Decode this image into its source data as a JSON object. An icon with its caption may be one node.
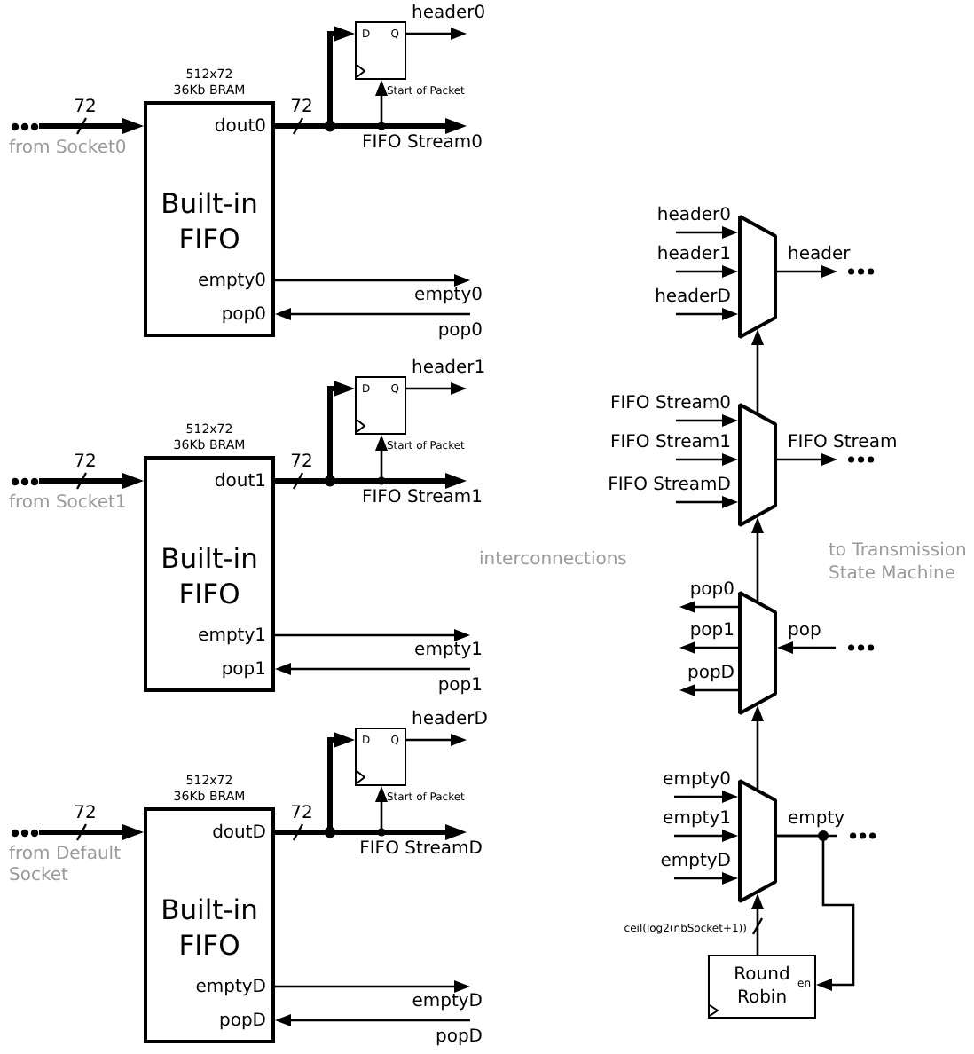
{
  "diagram": {
    "nodes": [
      {
        "text": [],
        "shape": "ellipsis",
        "beside": [
          "from Socket0"
        ]
      },
      {
        "text": [
          "dout0",
          "Built-in FIFO",
          "empty0",
          "pop0"
        ],
        "beside": [
          "512x72 36Kb BRAM"
        ]
      },
      {
        "text": [
          "D",
          "Q"
        ]
      },
      {
        "text": [],
        "shape": "ellipsis",
        "beside": [
          "from Socket1"
        ]
      },
      {
        "text": [
          "dout1",
          "Built-in FIFO",
          "empty1",
          "pop1"
        ],
        "beside": [
          "512x72 36Kb BRAM"
        ]
      },
      {
        "text": [
          "D",
          "Q"
        ]
      },
      {
        "text": [],
        "shape": "ellipsis",
        "beside": [
          "from Default Socket"
        ]
      },
      {
        "text": [
          "doutD",
          "Built-in FIFO",
          "emptyD",
          "popD"
        ],
        "beside": [
          "512x72 36Kb BRAM"
        ]
      },
      {
        "text": [
          "D",
          "Q"
        ]
      },
      {
        "text": [],
        "shape": "trapezoid"
      },
      {
        "text": [],
        "shape": "trapezoid"
      },
      {
        "text": [],
        "shape": "trapezoid"
      },
      {
        "text": [],
        "shape": "trapezoid"
      },
      {
        "text": [
          "Round Robin",
          "en"
        ]
      }
    ],
    "edges": [
      {
        "from": 0,
        "to": 1,
        "arrow": "to",
        "style": "thick",
        "label": "72"
      },
      {
        "from": 1,
        "to": null,
        "arrow": "to",
        "style": "thick",
        "label": "FIFO Stream0"
      },
      {
        "from": 1,
        "to": 2,
        "arrow": "to",
        "style": "thick"
      },
      {
        "from": 1,
        "to": 2,
        "arrow": "to",
        "label": "Start of Packet"
      },
      {
        "from": 2,
        "to": null,
        "arrow": "to",
        "label": "header0"
      },
      {
        "from": 1,
        "to": null,
        "arrow": "to",
        "label": "empty0"
      },
      {
        "from": null,
        "to": 1,
        "arrow": "to",
        "label": "pop0"
      },
      {
        "from": 3,
        "to": 4,
        "arrow": "to",
        "style": "thick",
        "label": "72"
      },
      {
        "from": 4,
        "to": null,
        "arrow": "to",
        "style": "thick",
        "label": "FIFO Stream1"
      },
      {
        "from": 4,
        "to": 5,
        "arrow": "to",
        "style": "thick"
      },
      {
        "from": 4,
        "to": 5,
        "arrow": "to",
        "label": "Start of Packet"
      },
      {
        "from": 5,
        "to": null,
        "arrow": "to",
        "label": "header1"
      },
      {
        "from": 4,
        "to": null,
        "arrow": "to",
        "label": "empty1"
      },
      {
        "from": null,
        "to": 4,
        "arrow": "to",
        "label": "pop1"
      },
      {
        "from": 6,
        "to": 7,
        "arrow": "to",
        "style": "thick",
        "label": "72"
      },
      {
        "from": 7,
        "to": null,
        "arrow": "to",
        "style": "thick",
        "label": "FIFO StreamD"
      },
      {
        "from": 7,
        "to": 8,
        "arrow": "to",
        "style": "thick"
      },
      {
        "from": 7,
        "to": 8,
        "arrow": "to",
        "label": "Start of Packet"
      },
      {
        "from": 8,
        "to": null,
        "arrow": "to",
        "label": "headerD"
      },
      {
        "from": 7,
        "to": null,
        "arrow": "to",
        "label": "emptyD"
      },
      {
        "from": null,
        "to": 7,
        "arrow": "to",
        "label": "popD"
      },
      {
        "from": null,
        "to": 9,
        "arrow": "to",
        "label": "header0"
      },
      {
        "from": null,
        "to": 9,
        "arrow": "to",
        "label": "header1"
      },
      {
        "from": null,
        "to": 9,
        "arrow": "to",
        "label": "headerD"
      },
      {
        "from": 9,
        "to": null,
        "arrow": "to",
        "label": "header"
      },
      {
        "from": null,
        "to": 10,
        "arrow": "to",
        "label": "FIFO Stream0"
      },
      {
        "from": null,
        "to": 10,
        "arrow": "to",
        "label": "FIFO Stream1"
      },
      {
        "from": null,
        "to": 10,
        "arrow": "to",
        "label": "FIFO StreamD"
      },
      {
        "from": 10,
        "to": null,
        "arrow": "to",
        "label": "FIFO Stream"
      },
      {
        "from": 10,
        "to": 9,
        "arrow": "to"
      },
      {
        "from": 11,
        "to": null,
        "arrow": "to",
        "label": "pop0"
      },
      {
        "from": 11,
        "to": null,
        "arrow": "to",
        "label": "pop1"
      },
      {
        "from": 11,
        "to": null,
        "arrow": "to",
        "label": "popD"
      },
      {
        "from": null,
        "to": 11,
        "arrow": "to",
        "label": "pop"
      },
      {
        "from": 11,
        "to": 10,
        "arrow": "to"
      },
      {
        "from": null,
        "to": 12,
        "arrow": "to",
        "label": "empty0"
      },
      {
        "from": null,
        "to": 12,
        "arrow": "to",
        "label": "empty1"
      },
      {
        "from": null,
        "to": 12,
        "arrow": "to",
        "label": "emptyD"
      },
      {
        "from": 12,
        "to": null,
        "arrow": "none",
        "label": "empty"
      },
      {
        "from": 12,
        "to": 13,
        "arrow": "to"
      },
      {
        "from": 12,
        "to": 11,
        "arrow": "to"
      },
      {
        "from": 13,
        "to": 12,
        "arrow": "to",
        "label": "ceil(log2(nbSocket+1))"
      }
    ],
    "labels": [
      "72",
      "72",
      "interconnections",
      "to Transmission State Machine",
      "72"
    ]
  }
}
